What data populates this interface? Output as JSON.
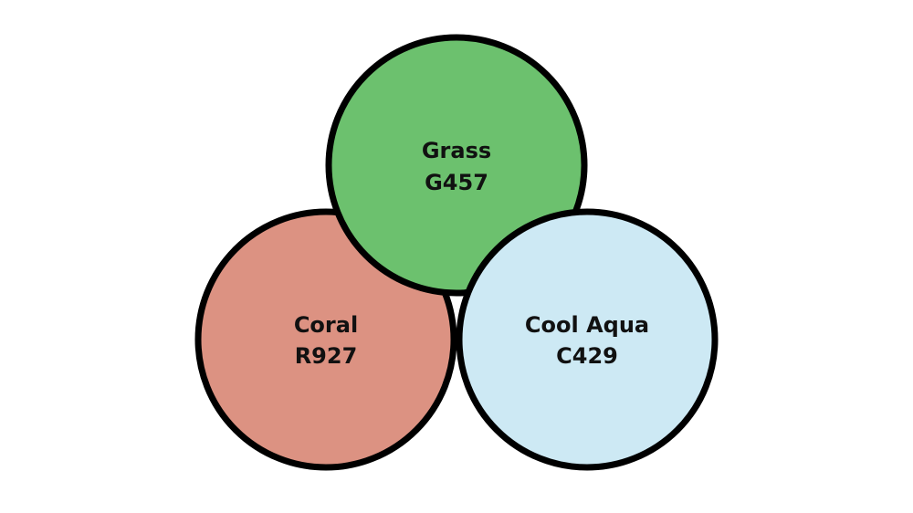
{
  "circles": [
    {
      "name": "Coral",
      "code": "R927",
      "color": "#DC9282"
    },
    {
      "name": "Grass",
      "code": "G457",
      "color": "#6CC16E"
    },
    {
      "name": "Cool Aqua",
      "code": "C429",
      "color": "#CDE9F4"
    }
  ]
}
